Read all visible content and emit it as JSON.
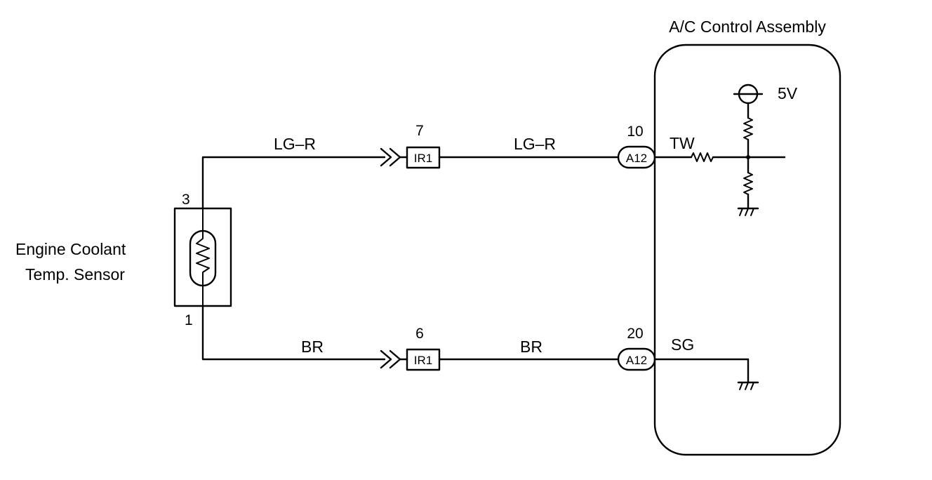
{
  "sensor": {
    "label_line1": "Engine  Coolant",
    "label_line2": "Temp. Sensor",
    "pin_top": "3",
    "pin_bottom": "1"
  },
  "wires": {
    "upper_left_color": "LG–R",
    "upper_right_color": "LG–R",
    "lower_left_color": "BR",
    "lower_right_color": "BR"
  },
  "junctions": {
    "upper": {
      "pin": "7",
      "label": "IR1"
    },
    "lower": {
      "pin": "6",
      "label": "IR1"
    }
  },
  "ecu": {
    "title": "A/C Control Assembly",
    "upper_connector": {
      "pin": "10",
      "label": "A12"
    },
    "lower_connector": {
      "pin": "20",
      "label": "A12"
    },
    "signal_upper": "TW",
    "signal_lower": "SG",
    "supply": "5V"
  }
}
